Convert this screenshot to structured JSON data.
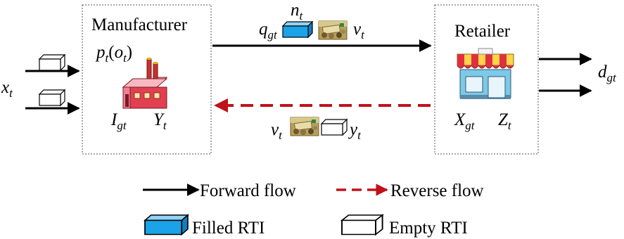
{
  "nodes": {
    "manufacturer": {
      "title": "Manufacturer",
      "price": {
        "base": "p",
        "sub": "t",
        "arg": "o",
        "arg_sub": "t"
      },
      "inventory": {
        "base": "I",
        "sub": "gt"
      },
      "empty_stock": {
        "base": "Y",
        "sub": "t"
      }
    },
    "retailer": {
      "title": "Retailer",
      "inventory": {
        "base": "X",
        "sub": "gt"
      },
      "empty_stock": {
        "base": "Z",
        "sub": "t"
      }
    }
  },
  "inputs": {
    "label": {
      "base": "x",
      "sub": "t"
    }
  },
  "outputs": {
    "label": {
      "base": "d",
      "sub": "gt"
    }
  },
  "forward": {
    "top": {
      "base": "n",
      "sub": "t"
    },
    "left": {
      "base": "q",
      "sub": "gt"
    },
    "right": {
      "base": "v",
      "sub": "t"
    }
  },
  "reverse": {
    "left": {
      "base": "v",
      "sub": "t"
    },
    "right": {
      "base": "y",
      "sub": "t"
    }
  },
  "legend": {
    "forward_flow": "Forward flow",
    "reverse_flow": "Reverse flow",
    "filled_rti": "Filled RTI",
    "empty_rti": "Empty RTI"
  },
  "colors": {
    "forward": "#000000",
    "reverse": "#c0121a",
    "filled_rti": "#1aa3e8",
    "empty_rti": "#ffffff"
  },
  "icons": {
    "factory": "factory-icon",
    "store": "store-icon",
    "waste": "waste-rti-icon"
  }
}
